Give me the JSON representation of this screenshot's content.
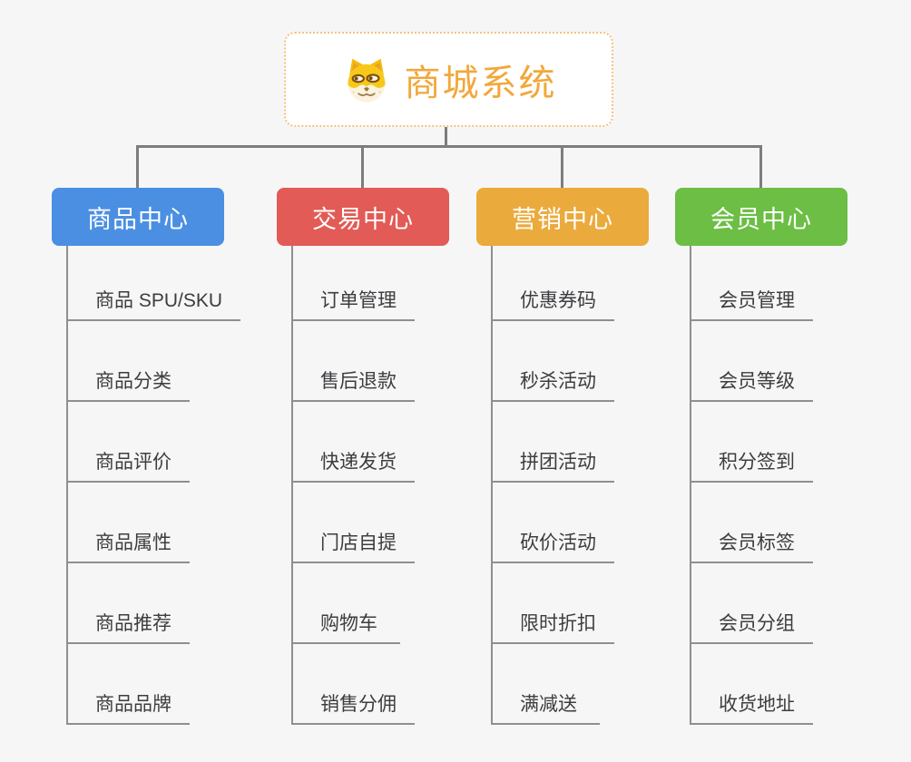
{
  "root": {
    "title": "商城系统",
    "icon": "doge-face-icon"
  },
  "colors": {
    "root_accent": "#F1A83B",
    "root_border": "#F2C27B",
    "connector_gray": "#7D7D7D",
    "underline_gray": "#8F8F8F",
    "item_text": "#3D3D40",
    "background": "#F6F6F7",
    "branch_blue": "#4B8FE2",
    "branch_red": "#E25B56",
    "branch_orange": "#EBAA3C",
    "branch_green": "#6CBE45"
  },
  "branches": [
    {
      "label": "商品中心",
      "color": "#4B8FE2",
      "items": [
        "商品 SPU/SKU",
        "商品分类",
        "商品评价",
        "商品属性",
        "商品推荐",
        "商品品牌"
      ]
    },
    {
      "label": "交易中心",
      "color": "#E25B56",
      "items": [
        "订单管理",
        "售后退款",
        "快递发货",
        "门店自提",
        "购物车",
        "销售分佣"
      ]
    },
    {
      "label": "营销中心",
      "color": "#EBAA3C",
      "items": [
        "优惠券码",
        "秒杀活动",
        "拼团活动",
        "砍价活动",
        "限时折扣",
        "满减送"
      ]
    },
    {
      "label": "会员中心",
      "color": "#6CBE45",
      "items": [
        "会员管理",
        "会员等级",
        "积分签到",
        "会员标签",
        "会员分组",
        "收货地址"
      ]
    }
  ]
}
